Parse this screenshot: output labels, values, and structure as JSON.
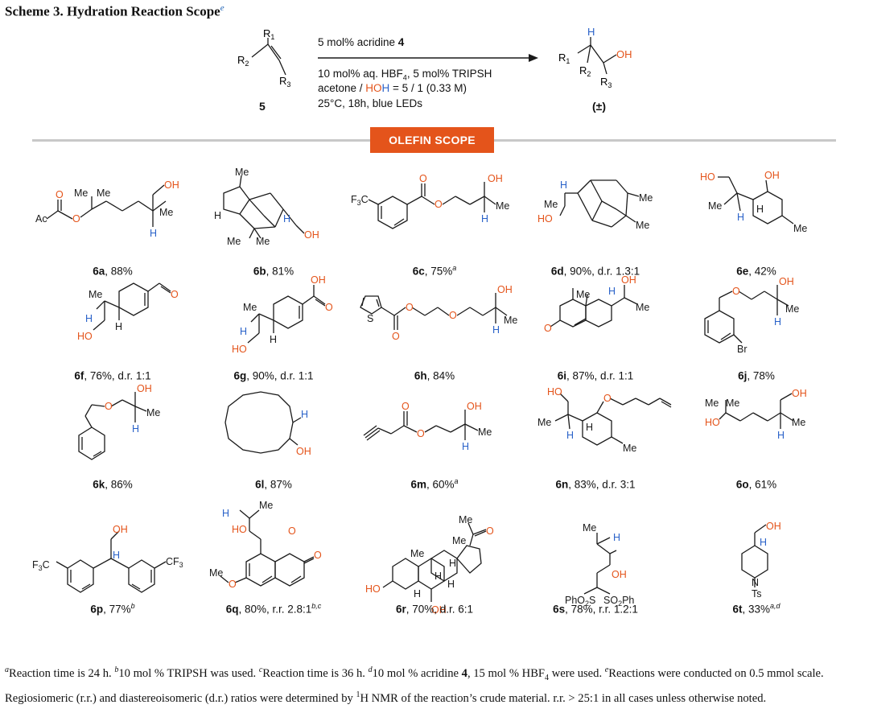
{
  "scheme": {
    "title": "Scheme 3. Hydration Reaction Scope",
    "title_marker": "e"
  },
  "reaction": {
    "reactant_label": "5",
    "product_label": "(±)",
    "conditions": {
      "line1_prefix": "5 mol% acridine ",
      "line1_bold": "4",
      "line2": "10 mol% aq. HBF",
      "line2_sub": "4",
      "line2_suffix": ", 5 mol% TRIPSH",
      "line3_prefix": "acetone / ",
      "line3_ho": "HO",
      "line3_h": "H",
      "line3_suffix": " = 5 / 1 (0.33 M)",
      "line4": "25°C, 18h, blue LEDs"
    }
  },
  "section": {
    "badge": "OLEFIN SCOPE"
  },
  "products": [
    {
      "id": "6a",
      "detail": ", 88%",
      "note": ""
    },
    {
      "id": "6b",
      "detail": ", 81%",
      "note": ""
    },
    {
      "id": "6c",
      "detail": ", 75%",
      "note": "a"
    },
    {
      "id": "6d",
      "detail": ", 90%, d.r. 1.3:1",
      "note": ""
    },
    {
      "id": "6e",
      "detail": ", 42%",
      "note": ""
    },
    {
      "id": "6f",
      "detail": ", 76%, d.r. 1:1",
      "note": ""
    },
    {
      "id": "6g",
      "detail": ", 90%, d.r. 1:1",
      "note": ""
    },
    {
      "id": "6h",
      "detail": ", 84%",
      "note": ""
    },
    {
      "id": "6i",
      "detail": ", 87%, d.r. 1:1",
      "note": ""
    },
    {
      "id": "6j",
      "detail": ", 78%",
      "note": ""
    },
    {
      "id": "6k",
      "detail": ", 86%",
      "note": ""
    },
    {
      "id": "6l",
      "detail": ", 87%",
      "note": ""
    },
    {
      "id": "6m",
      "detail": ", 60%",
      "note": "a"
    },
    {
      "id": "6n",
      "detail": ", 83%, d.r. 3:1",
      "note": ""
    },
    {
      "id": "6o",
      "detail": ", 61%",
      "note": ""
    },
    {
      "id": "6p",
      "detail": ", 77%",
      "note": "b"
    },
    {
      "id": "6q",
      "detail": ", 80%, r.r. 2.8:1",
      "note": "b,c"
    },
    {
      "id": "6r",
      "detail": ", 70%, d.r. 6:1",
      "note": ""
    },
    {
      "id": "6s",
      "detail": ", 78%, r.r. 1.2:1",
      "note": ""
    },
    {
      "id": "6t",
      "detail": ", 33%",
      "note": "a,d"
    }
  ],
  "footnotes": {
    "a": "Reaction time is 24 h.",
    "b": "10 mol % TRIPSH was used.",
    "c": "Reaction time is 36 h.",
    "d_prefix": "10 mol % acridine ",
    "d_bold": "4",
    "d_suffix": ", 15 mol % HBF",
    "d_sub": "4",
    "d_end": " were used.",
    "e": "Reactions were conducted on 0.5 mmol scale. Regiosiomeric (r.r.) and diastereoisomeric (d.r.) ratios were determined by ",
    "e_sup": "1",
    "e_end": "H NMR of the reaction’s crude material. r.r. > 25:1 in all cases unless otherwise noted."
  }
}
